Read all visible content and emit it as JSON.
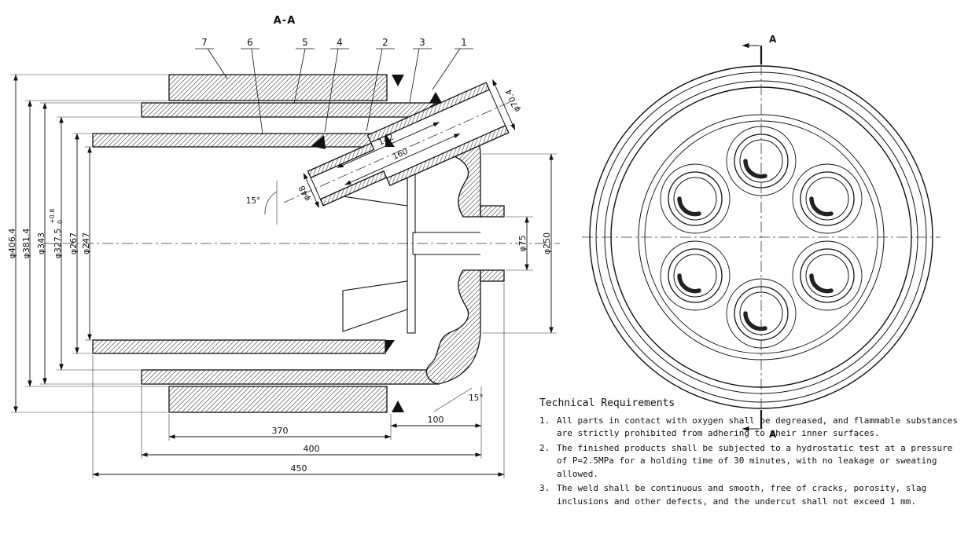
{
  "drawing": {
    "section_title": "A-A",
    "part_numbers": [
      "7",
      "6",
      "5",
      "4",
      "2",
      "3",
      "1"
    ],
    "left_dims": [
      "φ406.4",
      "φ381.4",
      "φ343",
      "φ327.5",
      "φ267",
      "φ247"
    ],
    "tolerance_upper": "+0.8",
    "tolerance_lower": "0",
    "nozzle": {
      "outer_dia": "φ70.4",
      "inner_dia": "φ48",
      "len_inner": "142",
      "len_outer": "160",
      "angle": "15°"
    },
    "right_dims": {
      "center_bore": "φ75",
      "face_dia": "φ250"
    },
    "bottom_dims": [
      "100",
      "370",
      "400",
      "450"
    ],
    "skirt_angle": "15°",
    "section_marker": "A"
  },
  "tech": {
    "heading": "Technical Requirements",
    "items": [
      {
        "num": "1.",
        "text": "All parts in contact with oxygen shall be degreased, and flammable substances are strictly prohibited from adhering to their inner surfaces."
      },
      {
        "num": "2.",
        "text": "The finished products shall be subjected to a hydrostatic test at a pressure of P=2.5MPa for a holding time of 30 minutes, with no leakage or sweating allowed."
      },
      {
        "num": "3.",
        "text": "The weld shall be continuous and smooth, free of cracks, porosity, slag inclusions and other defects, and the undercut shall not exceed 1 mm."
      }
    ]
  }
}
